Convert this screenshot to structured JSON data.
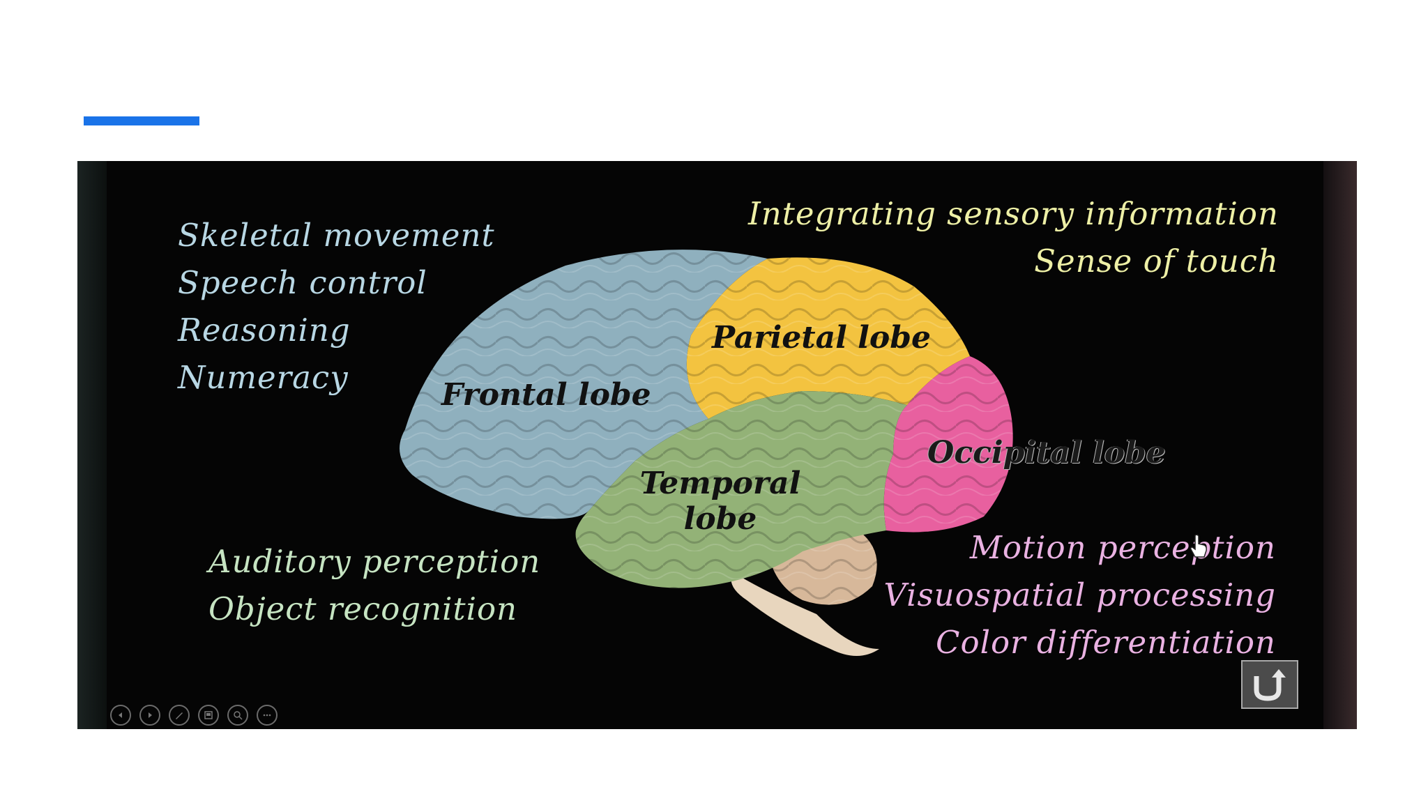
{
  "slide": {
    "frontal_functions": [
      "Skeletal movement",
      "Speech control",
      "Reasoning",
      "Numeracy"
    ],
    "parietal_functions": [
      "Integrating sensory information",
      "Sense of touch"
    ],
    "temporal_functions": [
      "Auditory perception",
      "Object recognition"
    ],
    "occipital_functions": [
      "Motion perception",
      "Visuospatial processing",
      "Color differentiation"
    ],
    "lobes": {
      "frontal": "Frontal lobe",
      "parietal": "Parietal lobe",
      "temporal_line1": "Temporal",
      "temporal_line2": "lobe",
      "occipital": "Occipital lobe"
    }
  },
  "colors": {
    "accent": "#1a73e8",
    "frontal": "#8fb0be",
    "parietal": "#f3c340",
    "temporal": "#93b277",
    "occipital": "#e8609f",
    "frontal_text": "#b8d7e4",
    "parietal_text": "#eef0a6",
    "temporal_text": "#c6e4c2",
    "occipital_text": "#eab2e2"
  },
  "controls": {
    "nav_icons": [
      "previous-icon",
      "next-icon",
      "pen-icon",
      "slides-icon",
      "zoom-icon",
      "more-icon"
    ],
    "return_icon": "return-arrow-icon"
  }
}
